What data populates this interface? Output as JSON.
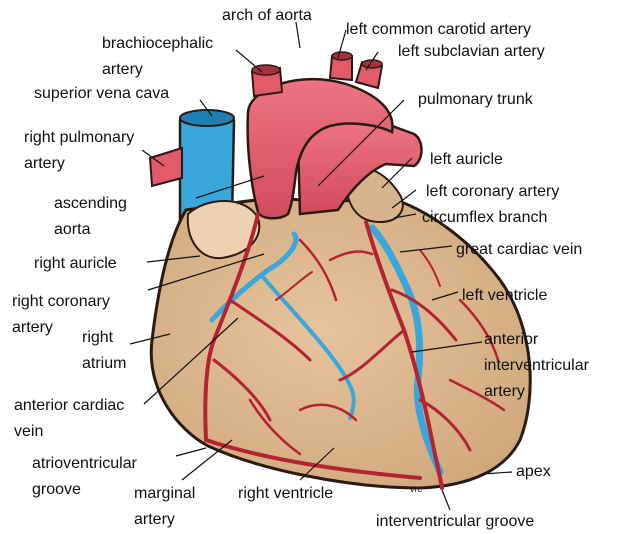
{
  "diagram": {
    "labels": {
      "arch_of_aorta": "arch of aorta",
      "left_common_carotid_artery": "left common carotid artery",
      "brachiocephalic_1": "brachiocephalic",
      "brachiocephalic_2": "artery",
      "left_subclavian_artery": "left subclavian artery",
      "superior_vena_cava": "superior vena cava",
      "pulmonary_trunk": "pulmonary trunk",
      "right_pulmonary_1": "right pulmonary",
      "right_pulmonary_2": "artery",
      "left_auricle": "left auricle",
      "ascending_aorta_1": "ascending",
      "ascending_aorta_2": "aorta",
      "left_coronary_artery": "left coronary artery",
      "circumflex_branch": "circumflex branch",
      "great_cardiac_vein": "great cardiac vein",
      "right_auricle": "right auricle",
      "left_ventricle": "left ventricle",
      "right_coronary_1": "right coronary",
      "right_coronary_2": "artery",
      "right_atrium_1": "right",
      "right_atrium_2": "atrium",
      "anterior_interventricular_1": "anterior",
      "anterior_interventricular_2": "interventricular",
      "anterior_interventricular_3": "artery",
      "anterior_cardiac_vein_1": "anterior cardiac",
      "anterior_cardiac_vein_2": "vein",
      "atrioventricular_groove_1": "atrioventricular",
      "atrioventricular_groove_2": "groove",
      "apex": "apex",
      "marginal_artery_1": "marginal",
      "marginal_artery_2": "artery",
      "right_ventricle": "right ventricle",
      "interventricular_groove": "interventricular groove"
    },
    "signature": "vrc",
    "colors": {
      "heart": "#d8b48c",
      "aorta": "#e05a6a",
      "vein": "#3aa7dc",
      "artery": "#b4232f",
      "outline": "#2a1a12",
      "auricle": "#ecd2b0"
    }
  }
}
